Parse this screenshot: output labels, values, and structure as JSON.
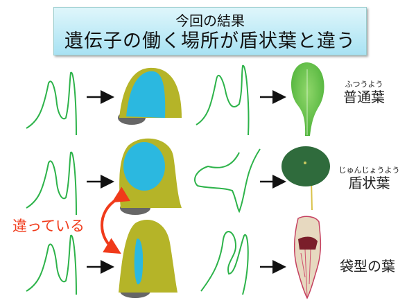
{
  "title": {
    "line1": "今回の結果",
    "line2": "遺伝子の働く場所が盾状葉と違う"
  },
  "rows": [
    {
      "ruby": "ふつうよう",
      "label": "普通葉"
    },
    {
      "ruby": "じゅんじょうよう",
      "label": "盾状葉"
    },
    {
      "ruby": "",
      "label": "袋型の葉"
    }
  ],
  "difference_label": "違っている",
  "colors": {
    "outline": "#2db34a",
    "primordium": "#b5b428",
    "expression": "#2bb8e0",
    "difference": "#f03a1a"
  }
}
